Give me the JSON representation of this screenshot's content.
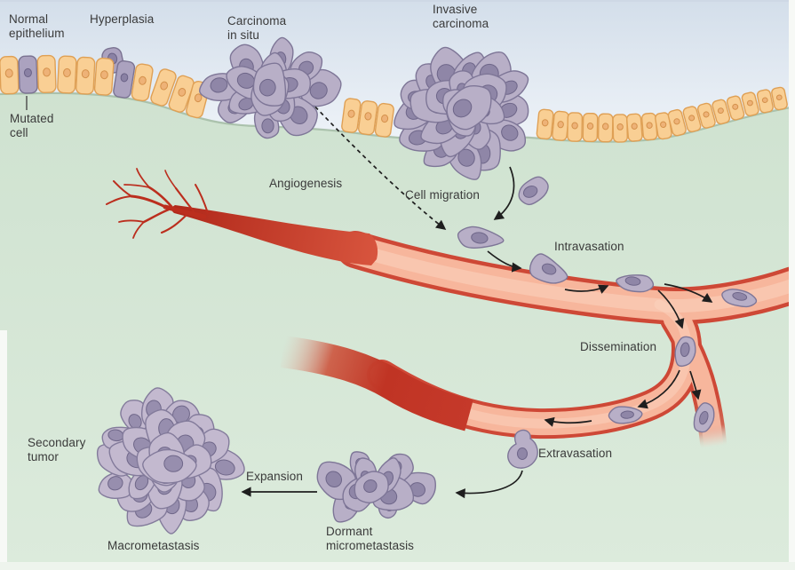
{
  "diagram": {
    "type": "biomedical-illustration",
    "subject": "Tumor progression and metastasis cascade",
    "labels": {
      "normal_epithelium": "Normal\nepithelium",
      "hyperplasia": "Hyperplasia",
      "carcinoma_in_situ": "Carcinoma\nin situ",
      "invasive_carcinoma": "Invasive\ncarcinoma",
      "mutated_cell": "Mutated\ncell",
      "angiogenesis": "Angiogenesis",
      "cell_migration": "Cell migration",
      "intravasation": "Intravasation",
      "dissemination": "Dissemination",
      "extravasation": "Extravasation",
      "expansion": "Expansion",
      "secondary_tumor": "Secondary\ntumor",
      "macrometastasis": "Macrometastasis",
      "dormant_micrometastasis": "Dormant\nmicrometastasis"
    },
    "colors": {
      "sky": "#d9e3ee",
      "tissue": "#d6e8d8",
      "epithelial_cell": "#f9cf94",
      "epithelial_outline": "#dfa055",
      "tumor_cell": "#b8afc7",
      "tumor_outline": "#7e7697",
      "vessel_wall": "#ce4836",
      "vessel_lumen": "#f7b69c",
      "label_text": "#3a3a3a"
    }
  }
}
